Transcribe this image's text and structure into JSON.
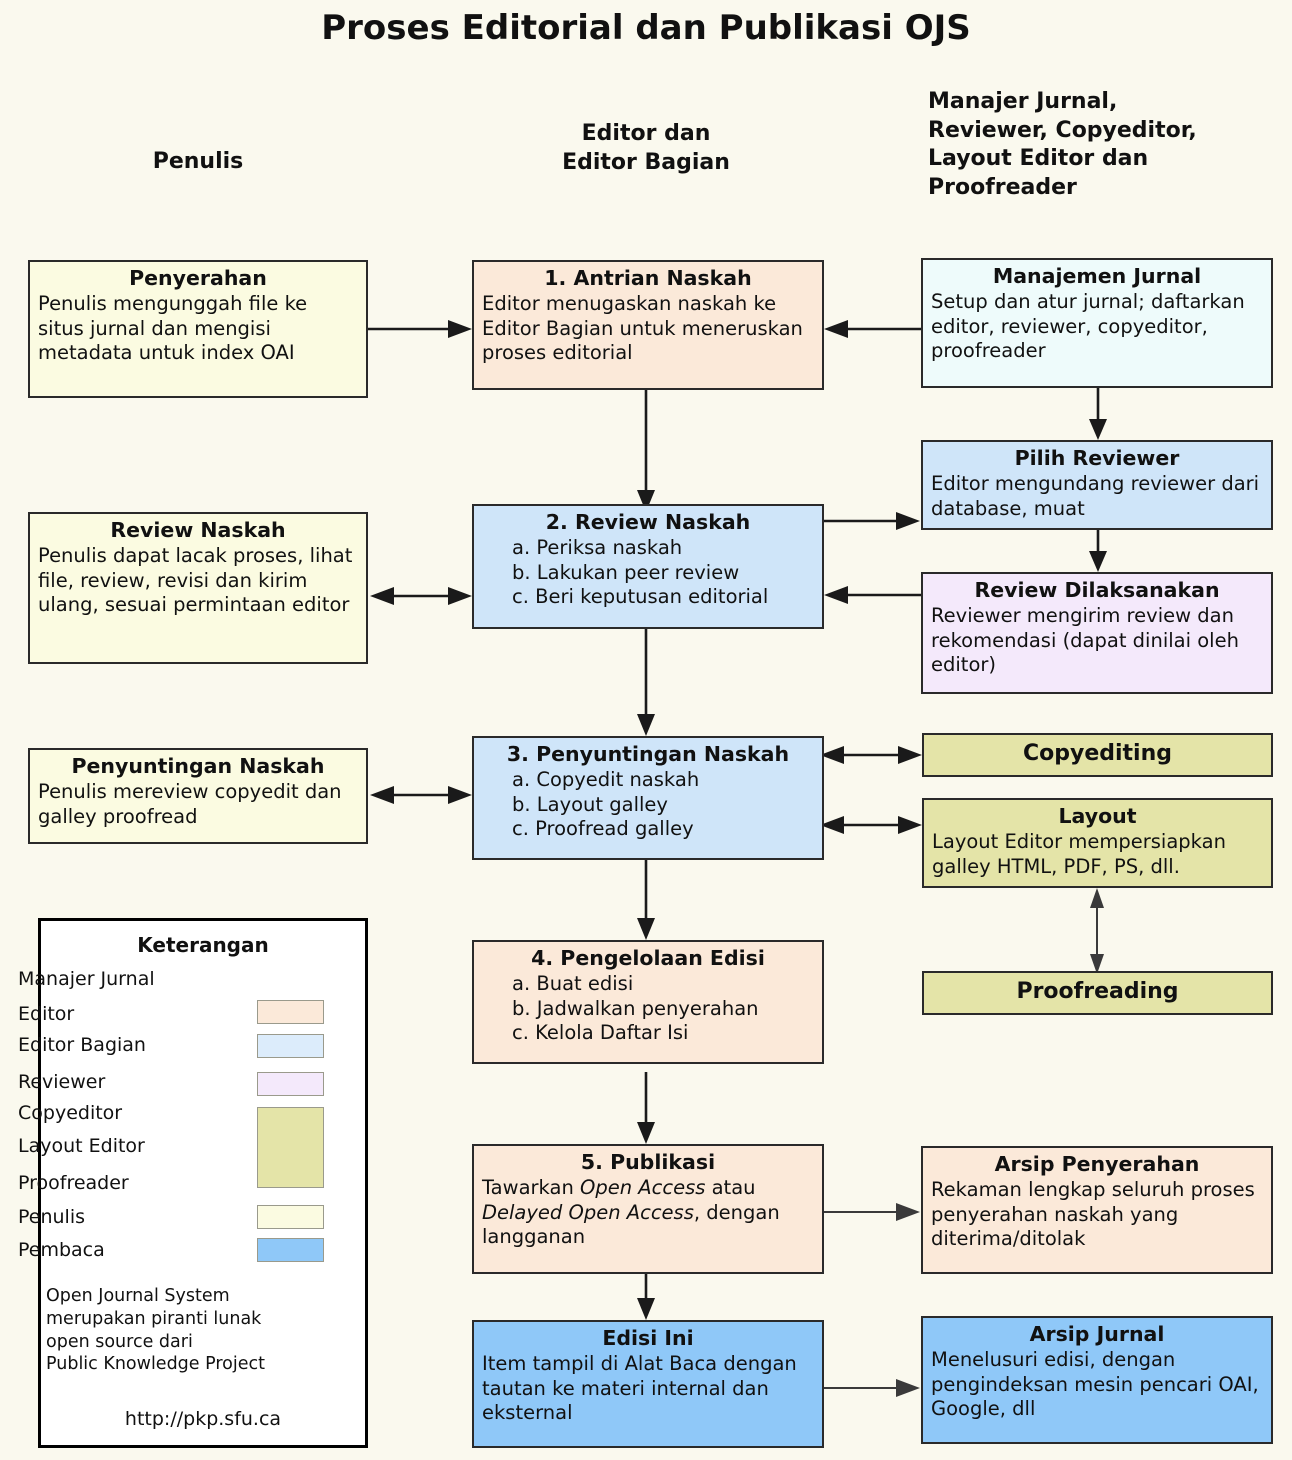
{
  "title": "Proses Editorial dan Publikasi OJS",
  "columns": {
    "left": "Penulis",
    "center": "Editor dan\nEditor Bagian",
    "right": "Manajer Jurnal,\nReviewer, Copyeditor,\nLayout Editor dan\nProofreader"
  },
  "boxes": {
    "penyerahan": {
      "title": "Penyerahan",
      "body": "Penulis mengunggah file ke situs jurnal dan mengisi metadata untuk index OAI",
      "role": "Penulis"
    },
    "antrian": {
      "title": "1. Antrian Naskah",
      "body": "Editor menugaskan naskah ke Editor Bagian untuk meneruskan proses editorial",
      "role": "Editor"
    },
    "manajemen": {
      "title": "Manajemen Jurnal",
      "body": "Setup dan atur jurnal; daftarkan editor, reviewer, copyeditor, proofreader",
      "role": "Manajer Jurnal"
    },
    "pilih_reviewer": {
      "title": "Pilih Reviewer",
      "body": "Editor mengundang reviewer dari database, muat",
      "role": "Editor Bagian"
    },
    "review_naskah_author": {
      "title": "Review Naskah",
      "body": "Penulis dapat lacak proses, lihat file, review, revisi dan kirim ulang, sesuai permintaan editor",
      "role": "Penulis"
    },
    "review_naskah": {
      "title": "2. Review Naskah",
      "items": [
        "a. Periksa naskah",
        "b. Lakukan peer review",
        "c. Beri keputusan editorial"
      ],
      "role": "Editor Bagian"
    },
    "review_dilaksanakan": {
      "title": "Review Dilaksanakan",
      "body": "Reviewer mengirim review dan rekomendasi (dapat dinilai oleh editor)",
      "role": "Reviewer"
    },
    "penyuntingan_author": {
      "title": "Penyuntingan Naskah",
      "body": "Penulis mereview copyedit dan galley proofread",
      "role": "Penulis"
    },
    "penyuntingan": {
      "title": "3. Penyuntingan Naskah",
      "items": [
        "a. Copyedit naskah",
        "b. Layout galley",
        "c. Proofread galley"
      ],
      "role": "Editor Bagian"
    },
    "copyediting": {
      "title": "Copyediting",
      "role": "Copyeditor"
    },
    "layout": {
      "title": "Layout",
      "body": "Layout Editor mempersiapkan galley HTML, PDF, PS, dll.",
      "role": "Layout Editor"
    },
    "proofreading": {
      "title": "Proofreading",
      "role": "Proofreader"
    },
    "pengelolaan": {
      "title": "4. Pengelolaan Edisi",
      "items": [
        "a. Buat edisi",
        "b. Jadwalkan penyerahan",
        "c. Kelola Daftar Isi"
      ],
      "role": "Editor"
    },
    "publikasi": {
      "title": "5. Publikasi",
      "body_html": "Tawarkan <em>Open Access</em> atau <em>Delayed Open Access</em>, dengan langganan",
      "body": "Tawarkan Open Access atau Delayed Open Access, dengan langganan",
      "role": "Editor"
    },
    "arsip_penyerahan": {
      "title": "Arsip Penyerahan",
      "body": "Rekaman lengkap seluruh proses penyerahan naskah yang diterima/ditolak",
      "role": "Editor"
    },
    "edisi_ini": {
      "title": "Edisi Ini",
      "body": "Item tampil di Alat Baca dengan tautan ke materi internal dan eksternal",
      "role": "Pembaca"
    },
    "arsip_jurnal": {
      "title": "Arsip Jurnal",
      "body": "Menelusuri edisi, dengan pengindeksan mesin pencari OAI, Google, dll",
      "role": "Pembaca"
    }
  },
  "legend": {
    "title": "Keterangan",
    "rows": [
      {
        "label": "Manajer Jurnal",
        "color": ""
      },
      {
        "label": "Editor",
        "color": "#fbe9d9"
      },
      {
        "label": "Editor Bagian",
        "color": "#dcecfb"
      },
      {
        "label": "Reviewer",
        "color": "#f4e9fb"
      },
      {
        "label": "Copyeditor",
        "color": "#e4e4a8"
      },
      {
        "label": "Layout Editor",
        "color": "#e4e4a8"
      },
      {
        "label": "Proofreader",
        "color": "#e4e4a8"
      },
      {
        "label": "Penulis",
        "color": "#fbfbe1"
      },
      {
        "label": "Pembaca",
        "color": "#8fc8f8"
      }
    ],
    "note": "Open Journal System\nmerupakan piranti lunak\nopen source dari\nPublic Knowledge Project",
    "url": "http://pkp.sfu.ca"
  }
}
